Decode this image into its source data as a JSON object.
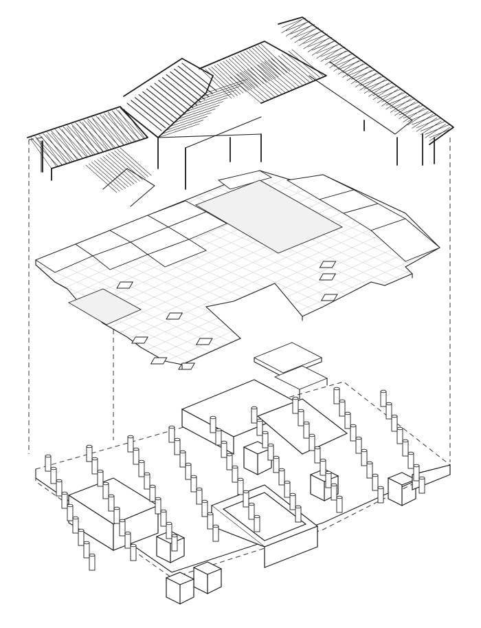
{
  "figure": {
    "type": "exploded axonometric architectural drawing",
    "layers": [
      "roof-framing",
      "floor-slab",
      "foundation-piers"
    ],
    "colors": {
      "line": "#1a1a1a",
      "background": "#ffffff",
      "glass": "#f1f1f1",
      "grid": "#9a9a9a"
    }
  }
}
